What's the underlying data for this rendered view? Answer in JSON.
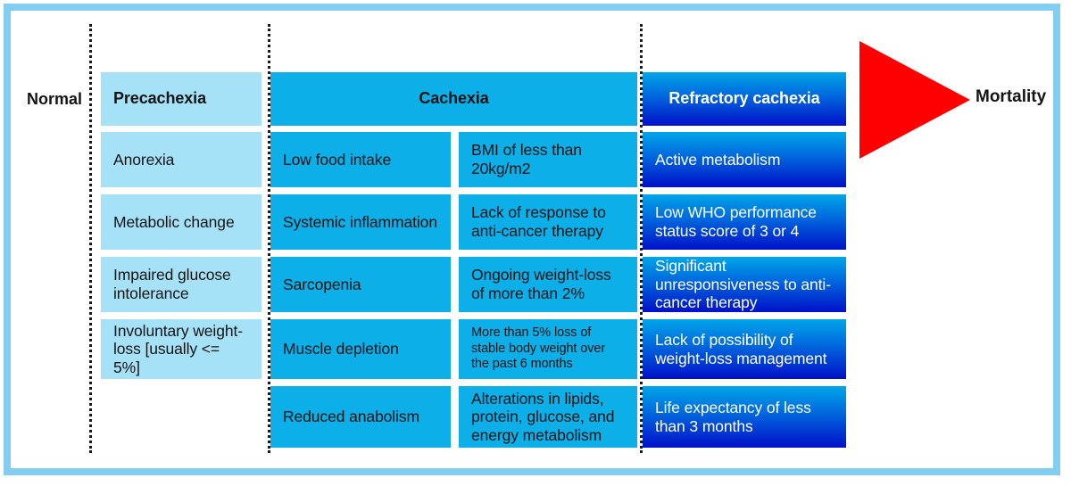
{
  "figure": {
    "border_color": "#82cdf0",
    "precachexia_color": "#a5e2f7",
    "cachexia_color": "#0cafe8",
    "refractory_gradient_top": "#00a6e8",
    "refractory_gradient_bottom": "#0010c8",
    "arrow_color": "#ff0000"
  },
  "stages": {
    "normal": "Normal",
    "precachexia": "Precachexia",
    "cachexia": "Cachexia",
    "refractory": "Refractory cachexia",
    "mortality": "Mortality"
  },
  "columns": {
    "precachexia": [
      "Anorexia",
      "Metabolic change",
      "Impaired glucose intolerance",
      "Involuntary weight-loss [usually <=  5%]"
    ],
    "cachexia_left": [
      "Low food intake",
      "Systemic inflammation",
      "Sarcopenia",
      "Muscle depletion",
      "Reduced anabolism"
    ],
    "cachexia_right": [
      "BMI of less than 20kg/m2",
      "Lack of response to anti-cancer therapy",
      "Ongoing weight-loss of more than 2%",
      "More than 5% loss of stable body weight over the past 6 months",
      "Alterations in lipids, protein, glucose, and energy metabolism"
    ],
    "refractory": [
      "Active metabolism",
      "Low WHO performance status score of 3 or 4",
      "Significant unresponsiveness to anti-cancer therapy",
      "Lack of possibility of weight-loss management",
      "Life expectancy of less than 3 months"
    ]
  }
}
